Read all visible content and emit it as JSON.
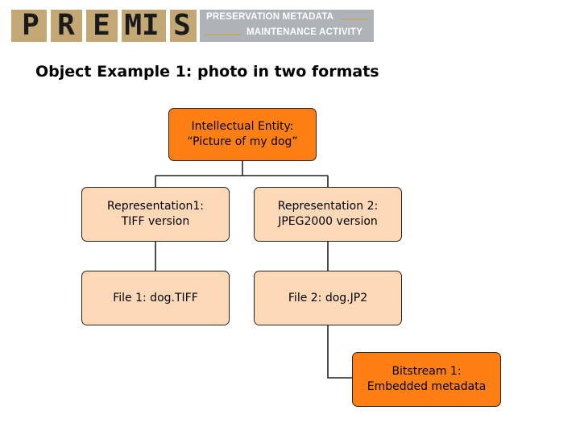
{
  "logo": {
    "letters": [
      "P",
      "R",
      "E",
      "MI",
      "S"
    ],
    "line1": "PRESERVATION METADATA",
    "line2": "MAINTENANCE ACTIVITY",
    "tan_color": "#c3a875",
    "gray_color": "#adb3b6"
  },
  "slide": {
    "title": "Object Example 1: photo in two formats"
  },
  "diagram": {
    "colors": {
      "dark_box": "#ff7f15",
      "light_box": "#fdd9b8",
      "line": "#222222"
    },
    "nodes": {
      "entity": "Intellectual Entity:\n“Picture of my dog”",
      "rep1": "Representation1:\nTIFF version",
      "rep2": "Representation 2:\nJPEG2000 version",
      "file1": "File 1: dog.TIFF",
      "file2": "File 2: dog.JP2",
      "bitstream": "Bitstream 1:\nEmbedded metadata"
    }
  }
}
